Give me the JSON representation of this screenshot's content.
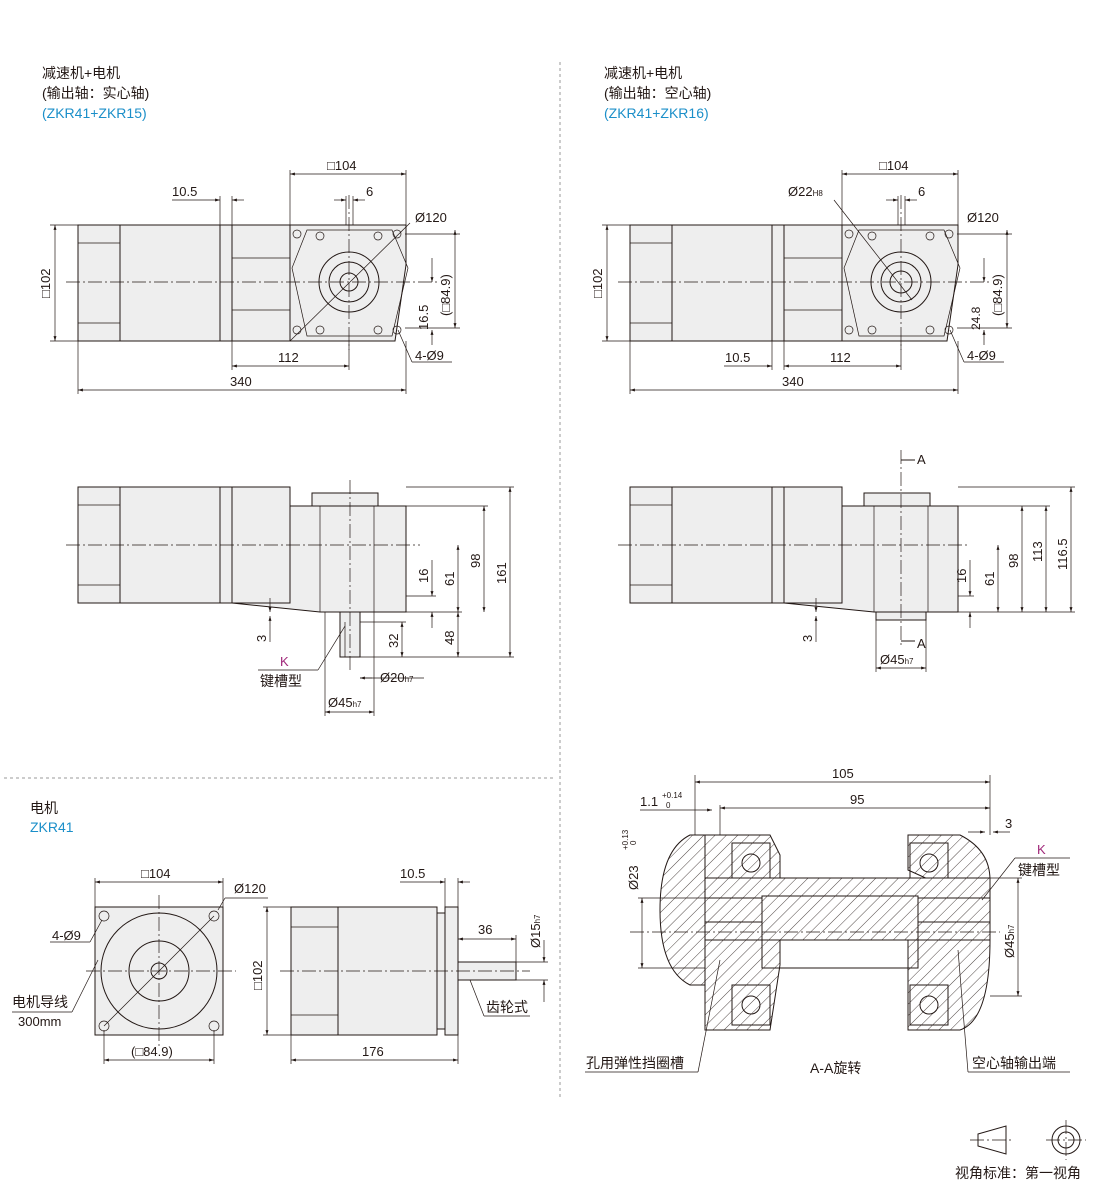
{
  "top_left": {
    "title1": "减速机+电机",
    "title2": "(输出轴：实心轴)",
    "model": "(ZKR41+ZKR15)",
    "dims": {
      "sq104": "□104",
      "d6": "6",
      "d10_5": "10.5",
      "d120": "Ø120",
      "sq102": "□102",
      "sq84_9": "(□84.9)",
      "d16_5": "16.5",
      "d112": "112",
      "d340": "340",
      "holes": "4-Ø9"
    }
  },
  "top_right": {
    "title1": "减速机+电机",
    "title2": "(输出轴：空心轴)",
    "model": "(ZKR41+ZKR16)",
    "dims": {
      "sq104": "□104",
      "d6": "6",
      "d22": "Ø22",
      "d22_tol": "H8",
      "d120": "Ø120",
      "sq102": "□102",
      "sq84_9": "(□84.9)",
      "d24_8": "24.8",
      "d10_5": "10.5",
      "d112": "112",
      "d340": "340",
      "holes": "4-Ø9"
    }
  },
  "mid_left": {
    "d16": "16",
    "d61": "61",
    "d98": "98",
    "d161": "161",
    "d48": "48",
    "d32": "32",
    "d3": "3",
    "key_mark": "K",
    "key_label": "键槽型",
    "d20": "Ø20",
    "d20_tol": "h7",
    "d45": "Ø45",
    "d45_tol": "h7"
  },
  "mid_right": {
    "sec_a": "A",
    "d16": "16",
    "d61": "61",
    "d98": "98",
    "d113": "113",
    "d116_5": "116.5",
    "d3": "3",
    "d45": "Ø45",
    "d45_tol": "h7"
  },
  "bottom_left": {
    "title1": "电机",
    "model": "ZKR41",
    "sq104": "□104",
    "d120": "Ø120",
    "holes": "4-Ø9",
    "lead_label": "电机导线",
    "lead_len": "300mm",
    "sq84_9": "(□84.9)",
    "d10_5": "10.5",
    "d36": "36",
    "d15": "Ø15",
    "d15_tol": "h7",
    "sq102": "□102",
    "d176": "176",
    "gear_label": "齿轮式"
  },
  "section": {
    "d105": "105",
    "d95": "95",
    "d1_1": "1.1",
    "d1_1_up": "+0.14",
    "d1_1_lo": "0",
    "d23": "Ø23",
    "d23_up": "+0.13",
    "d23_lo": "0",
    "d3": "3",
    "key_mark": "K",
    "key_label": "键槽型",
    "d45": "Ø45",
    "d45_tol": "h7",
    "circlip_label": "孔用弹性挡圈槽",
    "rotate_label": "A-A旋转",
    "hollow_label": "空心轴输出端"
  },
  "legend": {
    "label": "视角标准：第一视角"
  }
}
